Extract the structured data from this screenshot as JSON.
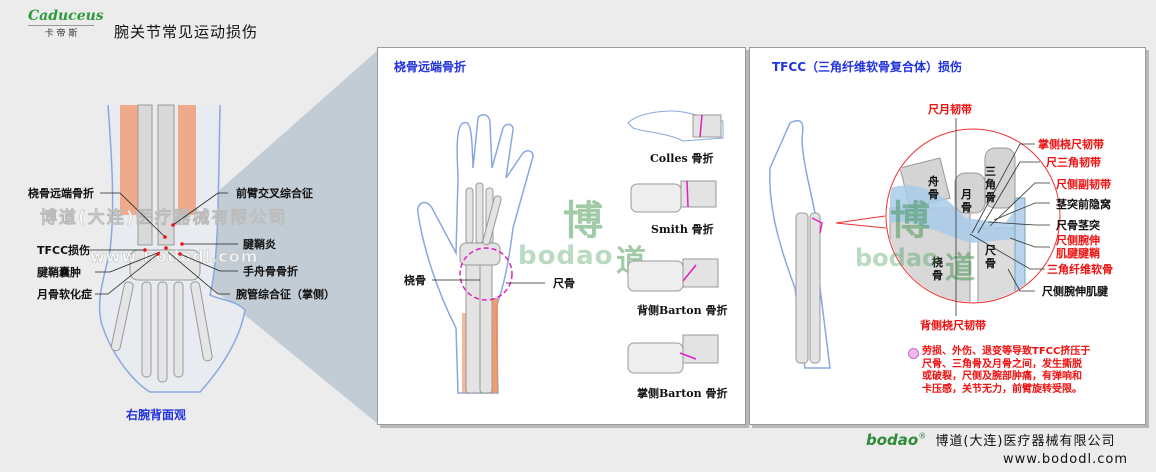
{
  "header": {
    "logo_text": "Caduceus",
    "logo_sub": "卡 帝 斯",
    "title": "腕关节常见运动损伤"
  },
  "left": {
    "caption": "右腕背面观",
    "watermark_company": "博道(大连)医疗器械有限公司",
    "watermark_url": "www.bododl.com",
    "labels_left": [
      "桡骨远端骨折",
      "TFCC损伤",
      "腱鞘囊肿",
      "月骨软化症"
    ],
    "labels_right": [
      "前臂交叉综合征",
      "腱鞘炎",
      "手舟骨骨折",
      "腕管综合征（掌侧）"
    ]
  },
  "panel1": {
    "title": "桡骨远端骨折",
    "radius_label": "桡骨",
    "ulna_label": "尺骨",
    "fractures": [
      "Colles 骨折",
      "Smith 骨折",
      "背侧Barton 骨折",
      "掌侧Barton 骨折"
    ],
    "watermark_logo": "bodao",
    "watermark_char1": "博",
    "watermark_char2": "道"
  },
  "panel2": {
    "title": "TFCC（三角纤维软骨复合体）损伤",
    "bones": {
      "scaphoid": "舟骨",
      "lunate": "月骨",
      "triquetrum": "三角骨",
      "radius": "桡骨",
      "ulna": "尺骨"
    },
    "labels": {
      "ulnolunate": "尺月韧带",
      "volar_radioulnar": "掌侧桡尺韧带",
      "ulnotriquetral": "尺三角韧带",
      "ulnar_collateral": "尺侧副韧带",
      "prestyloid_recess": "茎突前隐窝",
      "ulnar_styloid": "尺骨茎突",
      "ecu_sheath_1": "尺侧腕伸",
      "ecu_sheath_2": "肌腱腱鞘",
      "tfc": "三角纤维软骨",
      "ecu_tendon": "尺侧腕伸肌腱",
      "dorsal_radioulnar": "背侧桡尺韧带"
    },
    "note_lines": [
      "劳损、外伤、退变等导致TFCC挤压于",
      "尺骨、三角骨及月骨之间，发生撕脱",
      "或破裂，尺侧及腕部肿痛，有弹响和",
      "卡压感，关节无力，前臂旋转受限。"
    ],
    "watermark_logo": "bodao",
    "watermark_char1": "博",
    "watermark_char2": "道"
  },
  "footer": {
    "logo": "bodao",
    "company": "博道(大连)医疗器械有限公司",
    "url": "www.bododl.com"
  },
  "colors": {
    "title_blue": "#2233dd",
    "label_red": "#ee1111",
    "logo_green": "#2e8b3a",
    "muscle": "#f08a5d",
    "skin_outline": "#8aa8e0"
  }
}
